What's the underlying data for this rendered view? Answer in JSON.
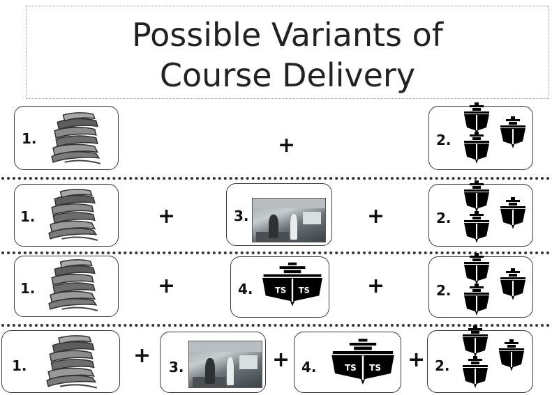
{
  "title": {
    "line1": "Possible Variants of",
    "line2": "Course Delivery"
  },
  "labels": {
    "books": "1.",
    "ships": "2.",
    "simulator_photo": "3.",
    "training_ship": "4.",
    "plus": "+",
    "training_ship_mark": "TS"
  },
  "icons": {
    "books": "books-icon",
    "ships": "ships-icon",
    "simulator_photo": "classroom-photo",
    "training_ship": "training-ship-icon"
  }
}
